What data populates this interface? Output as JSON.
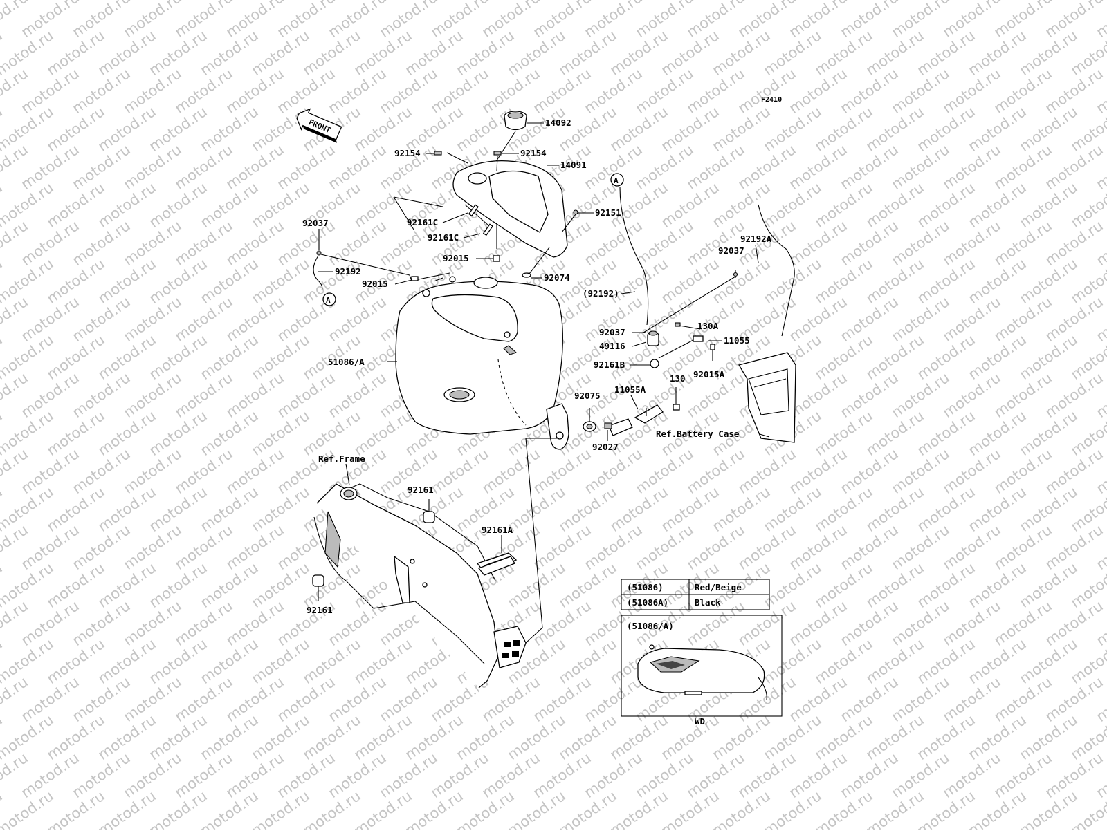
{
  "figure_code": "F2410",
  "front_arrow": "FRONT",
  "watermark": "motod.ru",
  "callouts": {
    "c14092": "14092",
    "c92154a": "92154",
    "c92154b": "92154",
    "c14091": "14091",
    "c92151": "92151",
    "c92161c_1": "92161C",
    "c92161c_2": "92161C",
    "c92037a": "92037",
    "c92192": "92192",
    "c92015a": "92015",
    "c92015b": "92015",
    "c92074": "92074",
    "c51086": "51086/A",
    "cA1": "A",
    "cA2": "A",
    "c92192p": "(92192)",
    "c92037b": "92037",
    "c92192A": "92192A",
    "c92037c": "92037",
    "c49116": "49116",
    "c92161B": "92161B",
    "c130A": "130A",
    "c11055": "11055",
    "c92015A": "92015A",
    "c130": "130",
    "c92075": "92075",
    "c11055A": "11055A",
    "c92027": "92027",
    "cBattery": "Ref.Battery Case",
    "cFrame": "Ref.Frame",
    "c92161a": "92161",
    "c92161b": "92161",
    "c92161A": "92161A"
  },
  "color_table": {
    "rows": [
      {
        "part": "(51086)",
        "color": "Red/Beige"
      },
      {
        "part": "(51086A)",
        "color": "Black"
      }
    ]
  },
  "inset": {
    "label": "(51086/A)",
    "caption": "WD"
  }
}
